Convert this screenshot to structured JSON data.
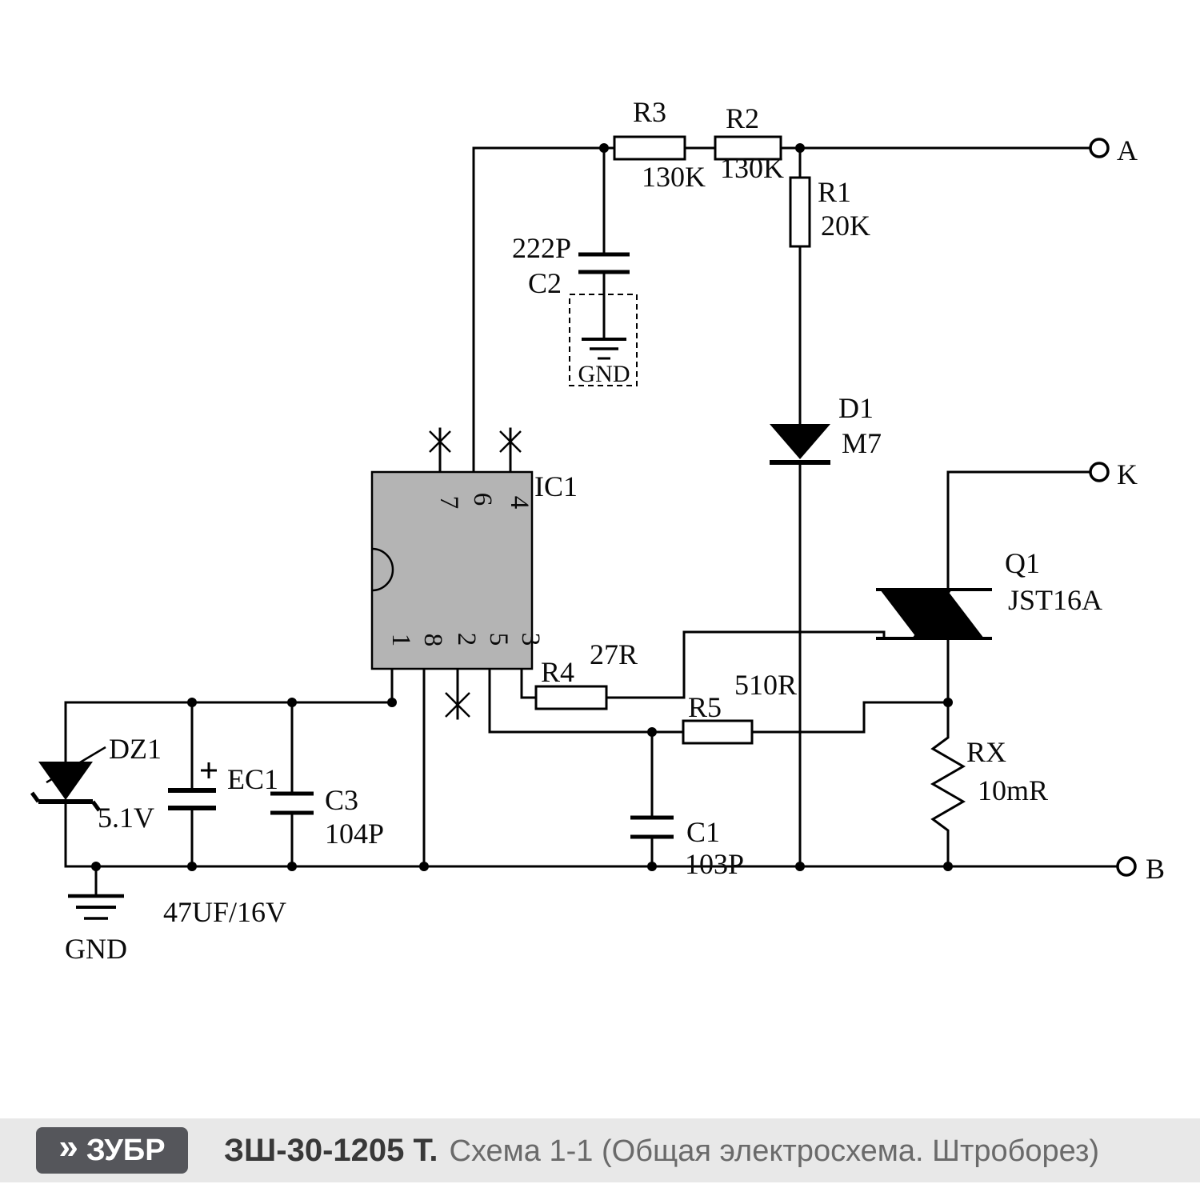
{
  "schematic": {
    "terminals": {
      "a": "A",
      "k": "K",
      "b": "B"
    },
    "r3": {
      "label": "R3",
      "value": "130K"
    },
    "r2": {
      "label": "R2",
      "value": "130K"
    },
    "r1": {
      "label": "R1",
      "value": "20K"
    },
    "c2": {
      "label": "C2",
      "value": "222P",
      "gnd": "GND"
    },
    "d1": {
      "label": "D1",
      "value": "M7"
    },
    "ic1": {
      "label": "IC1",
      "pins_top": [
        "7",
        "6",
        "4"
      ],
      "pins_bottom": [
        "1",
        "8",
        "2",
        "5",
        "3"
      ]
    },
    "r4": {
      "label": "R4",
      "value": "27R"
    },
    "r5": {
      "label": "R5",
      "value": "510R"
    },
    "q1": {
      "label": "Q1",
      "value": "JST16A"
    },
    "rx": {
      "label": "RX",
      "value": "10mR"
    },
    "c1": {
      "label": "C1",
      "value": "103P"
    },
    "c3": {
      "label": "C3",
      "value": "104P"
    },
    "ec1": {
      "label": "EC1",
      "value": "47UF/16V"
    },
    "dz1": {
      "label": "DZ1",
      "value": "5.1V"
    },
    "gnd": {
      "label": "GND"
    }
  },
  "colors": {
    "ic_fill": "#b4b4b4",
    "footer_band": "#e8e8e8",
    "logo_bg": "#55565b"
  },
  "footer": {
    "logo_icon": "»",
    "brand": "ЗУБР",
    "model": "ЗШ-30-1205 Т.",
    "caption": "Схема 1-1 (Общая электросхема. Штроборез)"
  }
}
